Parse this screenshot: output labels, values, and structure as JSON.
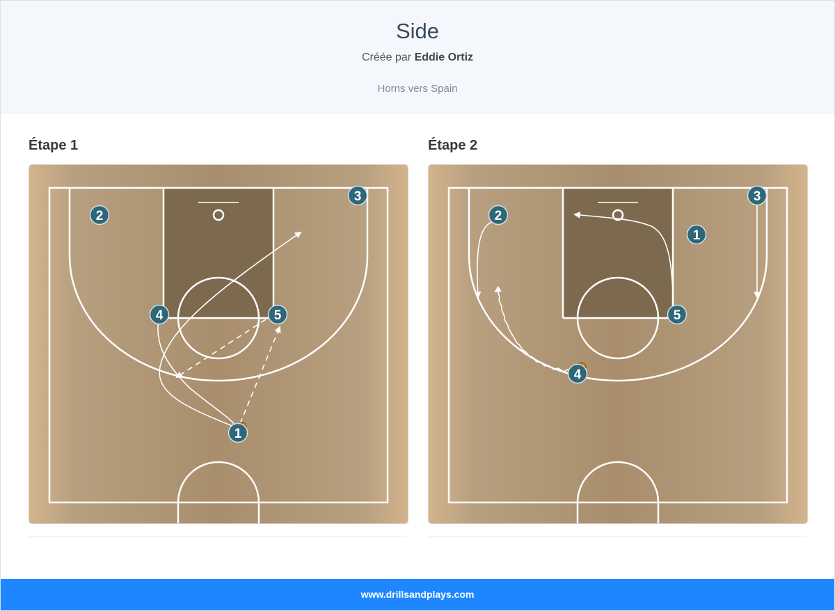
{
  "page": {
    "title": "Side",
    "created_by_label": "Créée par",
    "author": "Eddie Ortiz",
    "subtitle": "Horns vers Spain"
  },
  "steps": [
    {
      "title": "Étape 1"
    },
    {
      "title": "Étape 2"
    }
  ],
  "players": {
    "step1": [
      "1",
      "2",
      "3",
      "4",
      "5"
    ],
    "step2": [
      "1",
      "2",
      "3",
      "4",
      "5"
    ]
  },
  "colors": {
    "player_fill": "#2f6678",
    "court_wood": "#c9ae88",
    "paint": "#7a6549",
    "footer": "#1e87ff"
  },
  "footer": {
    "site": "www.drillsandplays.com"
  }
}
